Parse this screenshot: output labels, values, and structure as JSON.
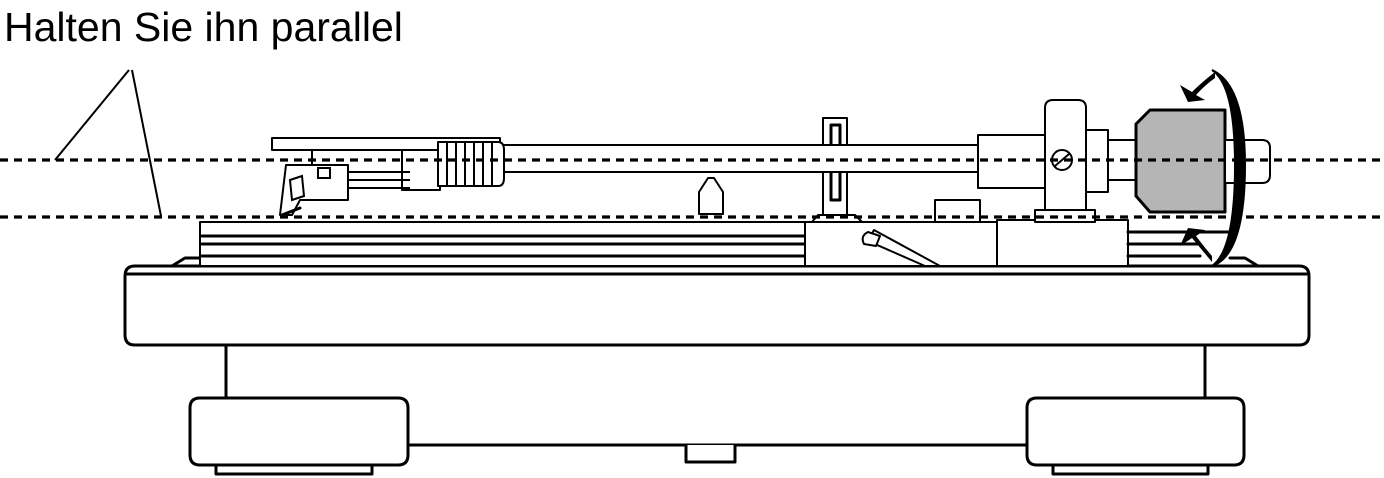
{
  "caption": "Halten Sie ihn parallel",
  "colors": {
    "line": "#000000",
    "background": "#ffffff",
    "counterweight_highlight": "#b5b5b5"
  },
  "icons": [
    "leader-line",
    "dashed-reference-line",
    "rotation-arrow"
  ]
}
